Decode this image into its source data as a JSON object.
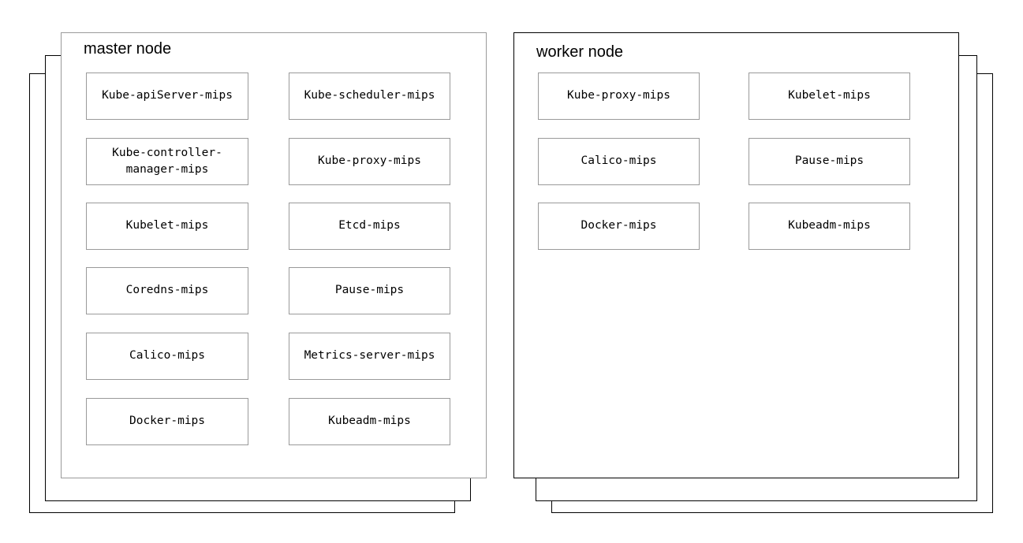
{
  "diagram": {
    "title_font_note": "",
    "nodes": [
      {
        "id": "master",
        "title": "master node",
        "stack_layers": 3,
        "columns": [
          {
            "id": "master-left",
            "items": [
              "Kube-apiServer-mips",
              "Kube-controller-manager-mips",
              "Kubelet-mips",
              "Coredns-mips",
              "Calico-mips",
              "Docker-mips"
            ]
          },
          {
            "id": "master-right",
            "items": [
              "Kube-scheduler-mips",
              "Kube-proxy-mips",
              "Etcd-mips",
              "Pause-mips",
              "Metrics-server-mips",
              "Kubeadm-mips"
            ]
          }
        ]
      },
      {
        "id": "worker",
        "title": "worker node",
        "stack_layers": 3,
        "columns": [
          {
            "id": "worker-left",
            "items": [
              "Kube-proxy-mips",
              "Calico-mips",
              "Docker-mips"
            ]
          },
          {
            "id": "worker-right",
            "items": [
              "Kubelet-mips",
              "Pause-mips",
              "Kubeadm-mips"
            ]
          }
        ]
      }
    ],
    "colors": {
      "background": "#ffffff",
      "card_front_border": "#9a9a9a",
      "card_back_border": "#000000",
      "component_border": "#9a9a9a",
      "text": "#000000"
    }
  }
}
